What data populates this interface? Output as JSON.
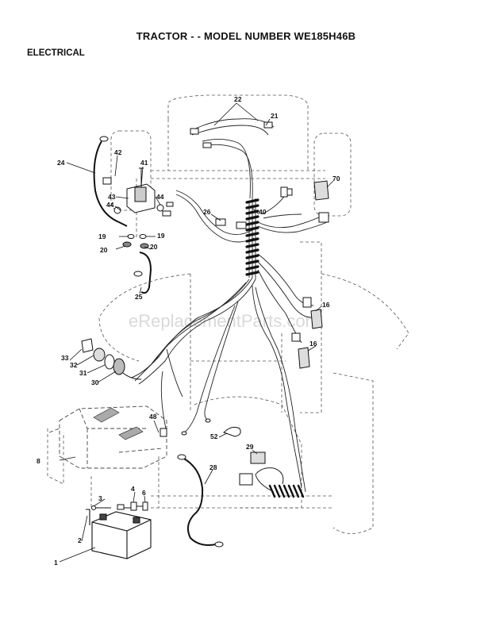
{
  "header": {
    "title": "TRACTOR - - MODEL NUMBER WE185H46B",
    "section": "ELECTRICAL"
  },
  "watermark": "eReplacementParts.com",
  "callouts": [
    {
      "id": "c1",
      "label": "1"
    },
    {
      "id": "c2",
      "label": "2"
    },
    {
      "id": "c3",
      "label": "3"
    },
    {
      "id": "c4",
      "label": "4"
    },
    {
      "id": "c6",
      "label": "6"
    },
    {
      "id": "c8",
      "label": "8"
    },
    {
      "id": "c16a",
      "label": "16"
    },
    {
      "id": "c16b",
      "label": "16"
    },
    {
      "id": "c19a",
      "label": "19"
    },
    {
      "id": "c19b",
      "label": "19"
    },
    {
      "id": "c20a",
      "label": "20"
    },
    {
      "id": "c20b",
      "label": "20"
    },
    {
      "id": "c21",
      "label": "21"
    },
    {
      "id": "c22",
      "label": "22"
    },
    {
      "id": "c24",
      "label": "24"
    },
    {
      "id": "c25",
      "label": "25"
    },
    {
      "id": "c26",
      "label": "26"
    },
    {
      "id": "c28",
      "label": "28"
    },
    {
      "id": "c29",
      "label": "29"
    },
    {
      "id": "c30",
      "label": "30"
    },
    {
      "id": "c31",
      "label": "31"
    },
    {
      "id": "c32",
      "label": "32"
    },
    {
      "id": "c33",
      "label": "33"
    },
    {
      "id": "c40",
      "label": "40"
    },
    {
      "id": "c41",
      "label": "41"
    },
    {
      "id": "c42",
      "label": "42"
    },
    {
      "id": "c43",
      "label": "43"
    },
    {
      "id": "c44a",
      "label": "44"
    },
    {
      "id": "c44b",
      "label": "44"
    },
    {
      "id": "c48",
      "label": "48"
    },
    {
      "id": "c52",
      "label": "52"
    },
    {
      "id": "c70",
      "label": "70"
    }
  ]
}
